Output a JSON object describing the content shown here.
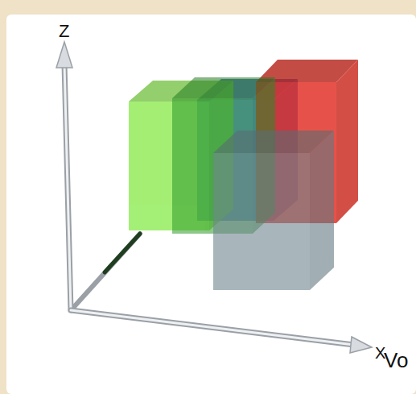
{
  "diagram": {
    "labels": [
      "Z",
      "X",
      "Vo"
    ]
  }
}
